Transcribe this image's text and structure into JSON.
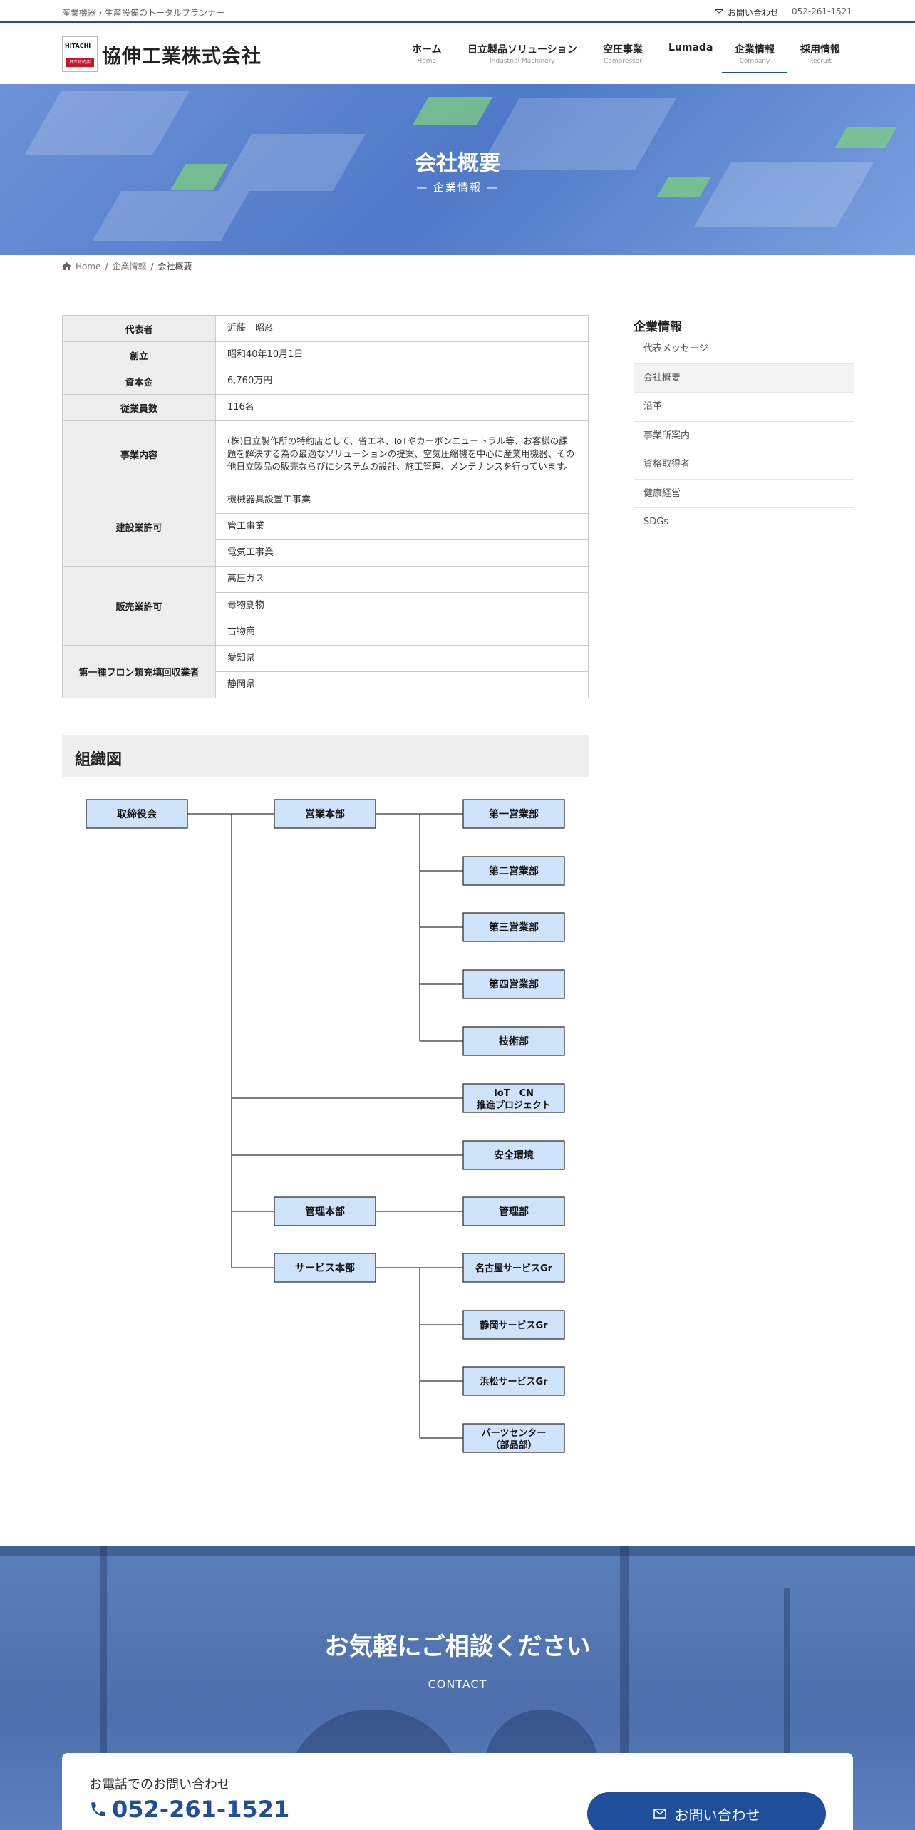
{
  "topbar": {
    "tagline": "産業機器・生産設備のトータルプランナー",
    "contact": "お問い合わせ",
    "phone": "052-261-1521"
  },
  "header": {
    "logo_brand": "HITACHI",
    "logo_badge": "日立特約店",
    "company_name": "協伸工業株式会社",
    "nav": [
      {
        "jp": "ホーム",
        "en": "Home"
      },
      {
        "jp": "日立製品ソリューション",
        "en": "Industrial Machinery"
      },
      {
        "jp": "空圧事業",
        "en": "Compressor"
      },
      {
        "jp": "Lumada",
        "en": ""
      },
      {
        "jp": "企業情報",
        "en": "Company"
      },
      {
        "jp": "採用情報",
        "en": "Recruit"
      }
    ]
  },
  "hero": {
    "title": "会社概要",
    "subtitle": "企業情報"
  },
  "breadcrumb": {
    "home": "Home",
    "parent": "企業情報",
    "current": "会社概要"
  },
  "company_table": {
    "representative": {
      "label": "代表者",
      "value": "近藤　昭彦"
    },
    "founded": {
      "label": "創立",
      "value": "昭和40年10月1日"
    },
    "capital": {
      "label": "資本金",
      "value": "6,760万円"
    },
    "employees": {
      "label": "従業員数",
      "value": "116名"
    },
    "business": {
      "label": "事業内容",
      "value": "(株)日立製作所の特約店として、省エネ、IoTやカーボンニュートラル等、お客様の課題を解決する為の最適なソリューションの提案、空気圧縮機を中心に産業用機器、その他日立製品の販売ならびにシステムの設計、施工管理、メンテナンスを行っています。"
    },
    "construction": {
      "label": "建設業許可",
      "values": [
        "機械器具設置工事業",
        "管工事業",
        "電気工事業"
      ]
    },
    "sales": {
      "label": "販売業許可",
      "values": [
        "高圧ガス",
        "毒物劇物",
        "古物商"
      ]
    },
    "freon": {
      "label": "第一種フロン類充填回収業者",
      "values": [
        "愛知県",
        "静岡県"
      ]
    }
  },
  "sidebar": {
    "heading": "企業情報",
    "items": [
      "代表メッセージ",
      "会社概要",
      "沿革",
      "事業所案内",
      "資格取得者",
      "健康経営",
      "SDGs"
    ]
  },
  "org": {
    "heading": "組織図",
    "board": "取締役会",
    "sales_hq": "営業本部",
    "sales_depts": [
      "第一営業部",
      "第二営業部",
      "第三営業部",
      "第四営業部",
      "技術部"
    ],
    "iot_line1": "IoT　CN",
    "iot_line2": "推進プロジェクト",
    "safety": "安全環境",
    "admin_hq": "管理本部",
    "admin_dept": "管理部",
    "service_hq": "サービス本部",
    "service_depts": [
      "名古屋サービスGr",
      "静岡サービスGr",
      "浜松サービスGr"
    ],
    "parts_line1": "パーツセンター",
    "parts_line2": "（部品部）"
  },
  "contact": {
    "title": "お気軽にご相談ください",
    "en": "CONTACT",
    "phone_label": "お電話でのお問い合わせ",
    "phone": "052-261-1521",
    "button": "お問い合わせ"
  },
  "colors": {
    "accent": "#1f4e9c",
    "org_box": "#cfe3fb"
  }
}
